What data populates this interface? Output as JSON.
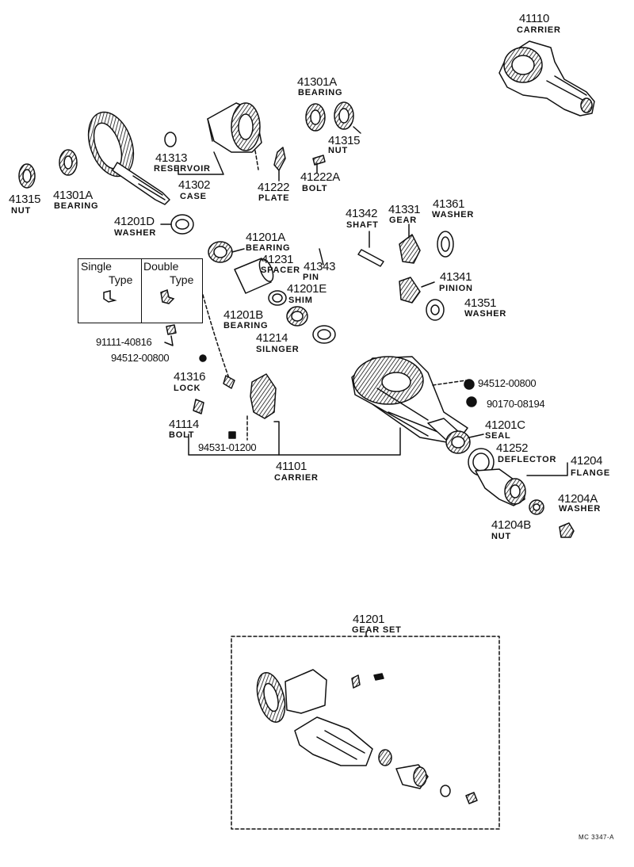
{
  "parts": {
    "carrier_41110": {
      "num": "41110",
      "name": "CARRIER"
    },
    "bearing_41301a_top": {
      "num": "41301A",
      "name": "BEARING"
    },
    "nut_41315_top": {
      "num": "41315",
      "name": "NUT"
    },
    "reservoir_41313": {
      "num": "41313",
      "name": "RESERVOIR"
    },
    "case_41302": {
      "num": "41302",
      "name": "CASE"
    },
    "nut_41315_left": {
      "num": "41315",
      "name": "NUT"
    },
    "bearing_41301a_left": {
      "num": "41301A",
      "name": "BEARING"
    },
    "plate_41222": {
      "num": "41222",
      "name": "PLATE"
    },
    "bolt_41222a": {
      "num": "41222A",
      "name": "BOLT"
    },
    "washer_41201d": {
      "num": "41201D",
      "name": "WASHER"
    },
    "shaft_41342": {
      "num": "41342",
      "name": "SHAFT"
    },
    "gear_41331": {
      "num": "41331",
      "name": "GEAR"
    },
    "washer_41361": {
      "num": "41361",
      "name": "WASHER"
    },
    "bearing_41201a": {
      "num": "41201A",
      "name": "BEARING"
    },
    "spacer_41231": {
      "num": "41231",
      "name": "SPACER"
    },
    "pin_41343": {
      "num": "41343",
      "name": "PIN"
    },
    "shim_41201e": {
      "num": "41201E",
      "name": "SHIM"
    },
    "pinion_41341": {
      "num": "41341",
      "name": "PINION"
    },
    "washer_41351": {
      "num": "41351",
      "name": "WASHER"
    },
    "bearing_41201b": {
      "num": "41201B",
      "name": "BEARING"
    },
    "slinger_41214": {
      "num": "41214",
      "name": "SILNGER"
    },
    "bolt_91111": {
      "num": "91111-40816"
    },
    "nut_94512_left": {
      "num": "94512-00800"
    },
    "lock_41316": {
      "num": "41316",
      "name": "LOCK"
    },
    "nut_94512_right": {
      "num": "94512-00800"
    },
    "nut_90170": {
      "num": "90170-08194"
    },
    "seal_41201c": {
      "num": "41201C",
      "name": "SEAL"
    },
    "deflector_41252": {
      "num": "41252",
      "name": "DEFLECTOR"
    },
    "flange_41204": {
      "num": "41204",
      "name": "FLANGE"
    },
    "bolt_41114": {
      "num": "41114",
      "name": "BOLT"
    },
    "nut_94531": {
      "num": "94531-01200"
    },
    "carrier_41101": {
      "num": "41101",
      "name": "CARRIER"
    },
    "washer_41204a": {
      "num": "41204A",
      "name": "WASHER"
    },
    "nut_41204b": {
      "num": "41204B",
      "name": "NUT"
    },
    "gearset_41201": {
      "num": "41201",
      "name": "GEAR SET"
    }
  },
  "inset": {
    "single": "Single",
    "double": "Double",
    "type_label": "Type"
  },
  "drawing_code": "MC 3347-A"
}
